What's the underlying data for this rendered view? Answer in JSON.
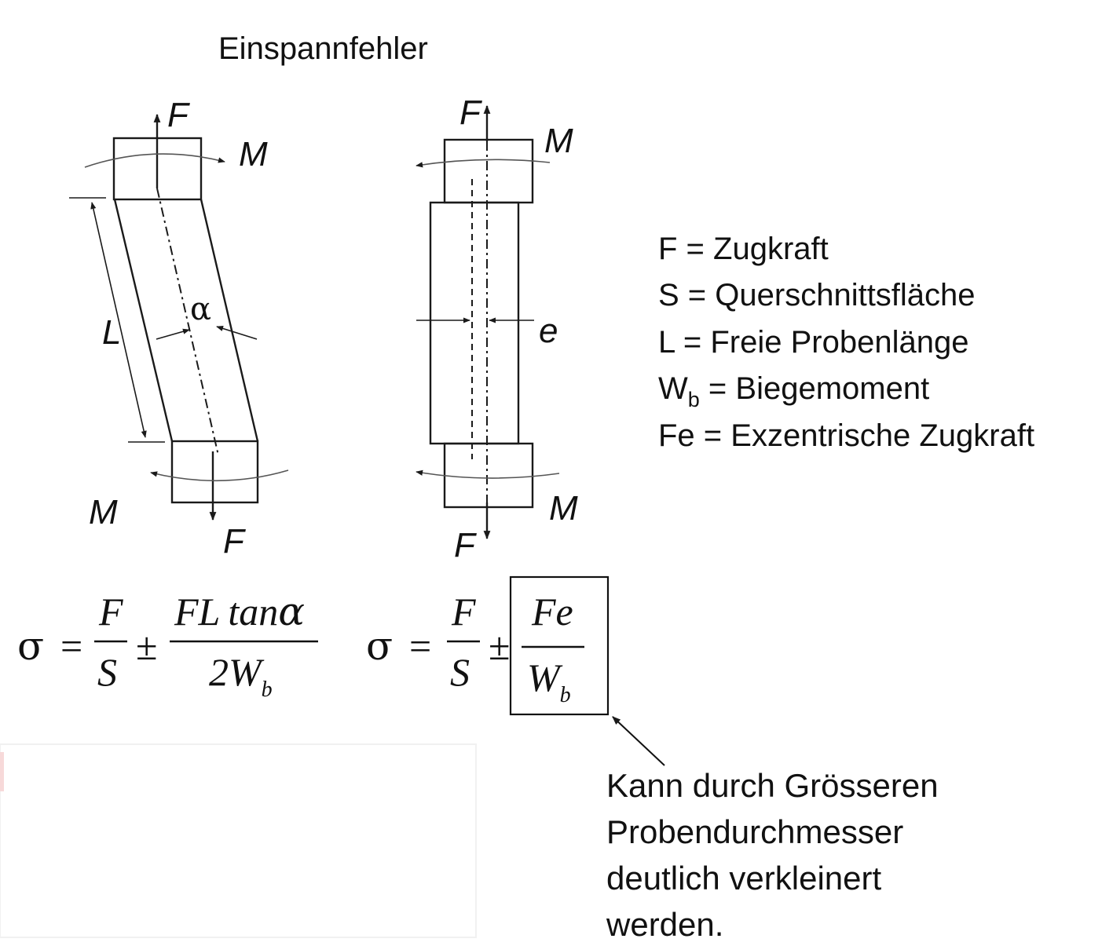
{
  "title": "Einspannfehler",
  "figure_labels": {
    "force": "F",
    "moment": "M",
    "length": "L",
    "angle": "α",
    "eccentricity": "e"
  },
  "legend": [
    {
      "symbol": "F",
      "subscript": "",
      "text": " = Zugkraft"
    },
    {
      "symbol": "S",
      "subscript": "",
      "text": " = Querschnittsfläche"
    },
    {
      "symbol": "L",
      "subscript": "",
      "text": " = Freie Probenlänge"
    },
    {
      "symbol": "W",
      "subscript": "b",
      "text": " = Biegemoment"
    },
    {
      "symbol": "Fe",
      "subscript": "",
      "text": " = Exzentrische Zugkraft"
    }
  ],
  "equations": {
    "left": {
      "lhs": "σ",
      "equals": "=",
      "frac1_num": "F",
      "frac1_den": "S",
      "pm": "±",
      "frac2_num_var": "FL",
      "frac2_num_fn": "tan",
      "frac2_num_greek": "α",
      "frac2_den_coef": "2",
      "frac2_den_var": "W",
      "frac2_den_sub": "b"
    },
    "right": {
      "lhs": "σ",
      "equals": "=",
      "frac1_num": "F",
      "frac1_den": "S",
      "pm": "±",
      "frac2_num": "Fe",
      "frac2_den_var": "W",
      "frac2_den_sub": "b"
    }
  },
  "note_lines": [
    "Kann durch Grösseren",
    "Probendurchmesser",
    "deutlich verkleinert",
    "werden."
  ]
}
